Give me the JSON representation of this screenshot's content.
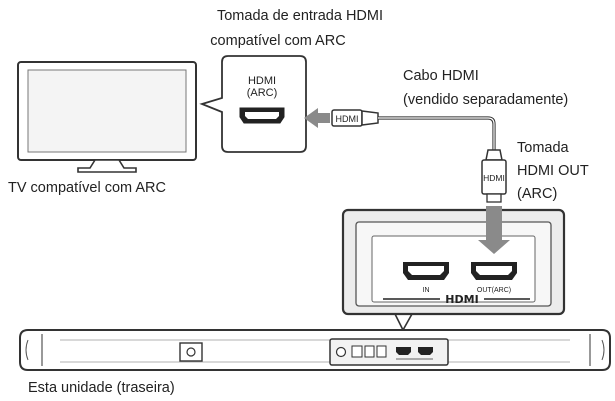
{
  "labels": {
    "tv_hdmi_jack_line1": "Tomada de entrada HDMI",
    "tv_hdmi_jack_line2": "compatível com ARC",
    "cable_line1": "Cabo HDMI",
    "cable_line2": "(vendido separadamente)",
    "out_jack_line1": "Tomada",
    "out_jack_line2": "HDMI OUT",
    "out_jack_line3": "(ARC)",
    "tv_caption": "TV compatível com ARC",
    "unit_caption": "Esta unidade (traseira)"
  },
  "tv_port": {
    "name_line1": "HDMI",
    "name_line2": "(ARC)"
  },
  "plugs": {
    "left_plug": "HDMI",
    "right_plug": "HDMI"
  },
  "unit_panel": {
    "in_label": "IN",
    "out_label": "OUT(ARC)",
    "logo": "HDMI"
  },
  "colors": {
    "arrow": "#8a8a8a",
    "outline": "#333333",
    "panel_fill": "#ececec",
    "screen_fill": "#f4f4f4"
  }
}
